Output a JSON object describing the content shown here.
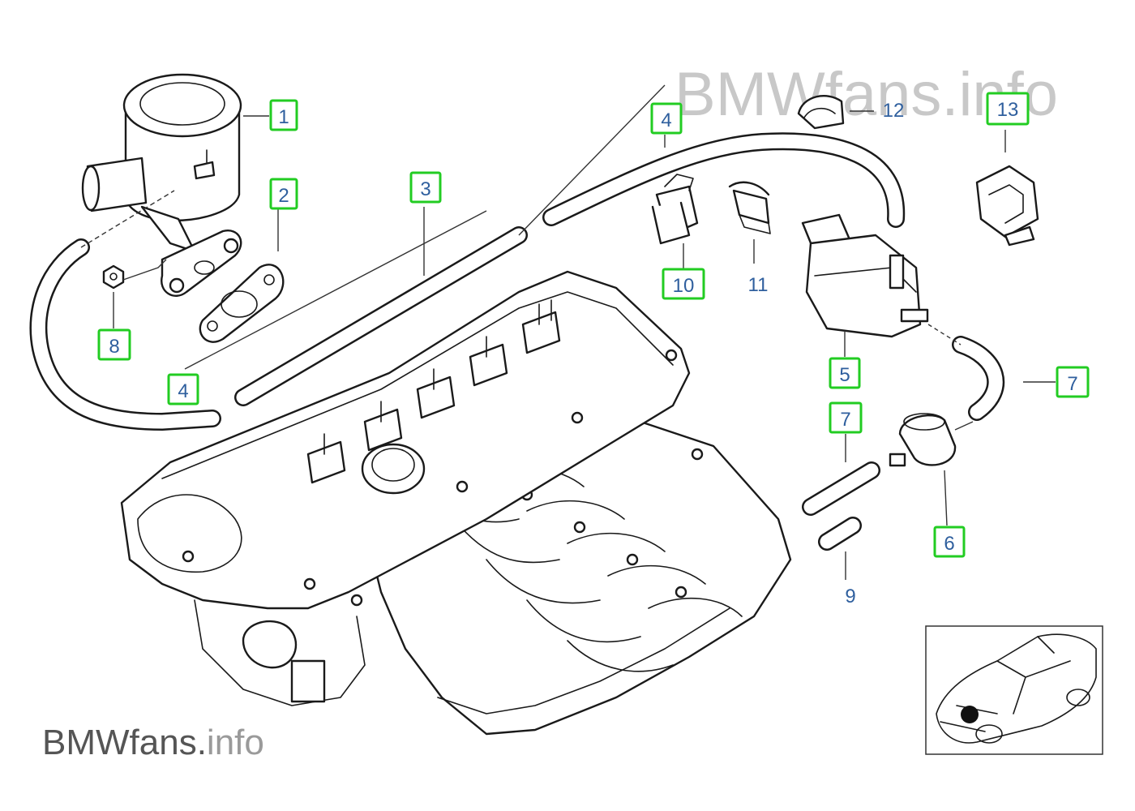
{
  "watermark_top": "BMWfans.info",
  "watermark_bottom_main": "BMWfans.",
  "watermark_bottom_suffix": "info",
  "callouts": [
    {
      "id": "c1",
      "label": "1",
      "boxed": true
    },
    {
      "id": "c2",
      "label": "2",
      "boxed": true
    },
    {
      "id": "c3",
      "label": "3",
      "boxed": true
    },
    {
      "id": "c4a",
      "label": "4",
      "boxed": true
    },
    {
      "id": "c4b",
      "label": "4",
      "boxed": true
    },
    {
      "id": "c5",
      "label": "5",
      "boxed": true
    },
    {
      "id": "c6",
      "label": "6",
      "boxed": true
    },
    {
      "id": "c7a",
      "label": "7",
      "boxed": true
    },
    {
      "id": "c7b",
      "label": "7",
      "boxed": true
    },
    {
      "id": "c8",
      "label": "8",
      "boxed": true
    },
    {
      "id": "c9",
      "label": "9",
      "boxed": false
    },
    {
      "id": "c10",
      "label": "10",
      "boxed": true
    },
    {
      "id": "c11",
      "label": "11",
      "boxed": false
    },
    {
      "id": "c12",
      "label": "12",
      "boxed": false
    },
    {
      "id": "c13",
      "label": "13",
      "boxed": true
    }
  ],
  "colors": {
    "callout_box_border": "#22cc22",
    "callout_text": "#2f5f9e",
    "line_art": "#1a1a1a",
    "watermark_light": "#c8c8c8",
    "watermark_dark": "#555555"
  }
}
